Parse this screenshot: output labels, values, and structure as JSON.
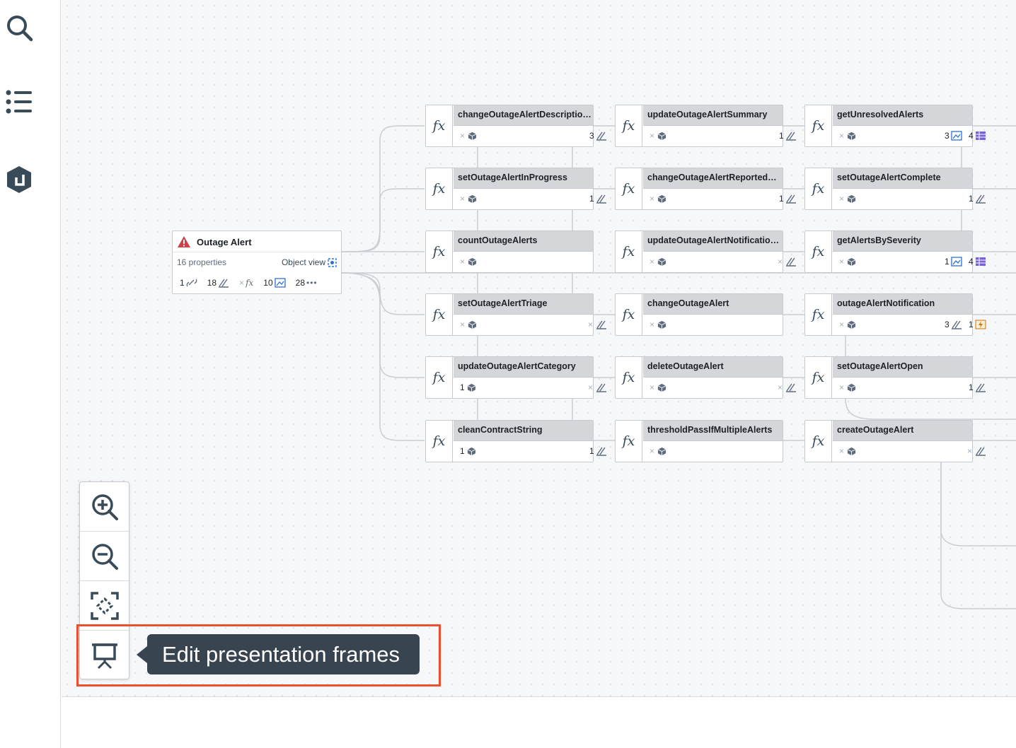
{
  "rail": {
    "items": [
      {
        "icon": "search-icon"
      },
      {
        "icon": "list-icon"
      },
      {
        "icon": "ontology-cube-icon"
      }
    ]
  },
  "object_type": {
    "name": "Outage Alert",
    "icon": "warning-triangle-icon",
    "properties": "16 properties",
    "object_view": "Object view",
    "stats": [
      {
        "count": "1",
        "icon": "link-icon"
      },
      {
        "count": "18",
        "icon": "action-icon"
      },
      {
        "count": "×",
        "icon": "fx-icon"
      },
      {
        "count": "10",
        "icon": "object-view-icon"
      },
      {
        "count": "28",
        "icon": "more-icon"
      }
    ]
  },
  "functions": [
    {
      "name": "changeOutageAlertDescriptio…",
      "left": "×",
      "right": "3",
      "right_icon": "action"
    },
    {
      "name": "updateOutageAlertSummary",
      "left": "×",
      "right": "1",
      "right_icon": "action"
    },
    {
      "name": "getUnresolvedAlerts",
      "left": "×",
      "right": "3",
      "right_icon": "view",
      "extra": "4",
      "extra_icon": "table"
    },
    {
      "name": "setOutageAlertInProgress",
      "left": "×",
      "right": "1",
      "right_icon": "action"
    },
    {
      "name": "changeOutageAlertReportedB…",
      "left": "×",
      "right": "1",
      "right_icon": "action"
    },
    {
      "name": "setOutageAlertComplete",
      "left": "×",
      "right": "1",
      "right_icon": "action"
    },
    {
      "name": "countOutageAlerts",
      "left": "×",
      "right": "",
      "right_icon": ""
    },
    {
      "name": "updateOutageAlertNotificatio…",
      "left": "×",
      "right": "×",
      "right_icon": "action"
    },
    {
      "name": "getAlertsBySeverity",
      "left": "×",
      "right": "1",
      "right_icon": "view",
      "extra": "4",
      "extra_icon": "table"
    },
    {
      "name": "setOutageAlertTriage",
      "left": "×",
      "right": "×",
      "right_icon": "action"
    },
    {
      "name": "changeOutageAlert",
      "left": "×",
      "right": "",
      "right_icon": ""
    },
    {
      "name": "outageAlertNotification",
      "left": "×",
      "right": "3",
      "right_icon": "action",
      "extra": "1",
      "extra_icon": "bolt"
    },
    {
      "name": "updateOutageAlertCategory",
      "left": "1",
      "right": "×",
      "right_icon": "action"
    },
    {
      "name": "deleteOutageAlert",
      "left": "×",
      "right": "×",
      "right_icon": "action"
    },
    {
      "name": "setOutageAlertOpen",
      "left": "×",
      "right": "1",
      "right_icon": "action"
    },
    {
      "name": "cleanContractString",
      "left": "1",
      "right": "1",
      "right_icon": "action"
    },
    {
      "name": "thresholdPassIfMultipleAlerts",
      "left": "×",
      "right": "",
      "right_icon": ""
    },
    {
      "name": "createOutageAlert",
      "left": "×",
      "right": "×",
      "right_icon": "action"
    }
  ],
  "zoom_controls": [
    {
      "icon": "zoom-in-icon"
    },
    {
      "icon": "zoom-out-icon"
    },
    {
      "icon": "fit-to-screen-icon"
    },
    {
      "icon": "presentation-icon"
    }
  ],
  "tooltip": {
    "text": "Edit presentation frames"
  },
  "colors": {
    "highlight": "#e8502f",
    "tooltip_bg": "#394451",
    "accent": "#2d72d2",
    "header_gray": "#d4d6d9"
  }
}
